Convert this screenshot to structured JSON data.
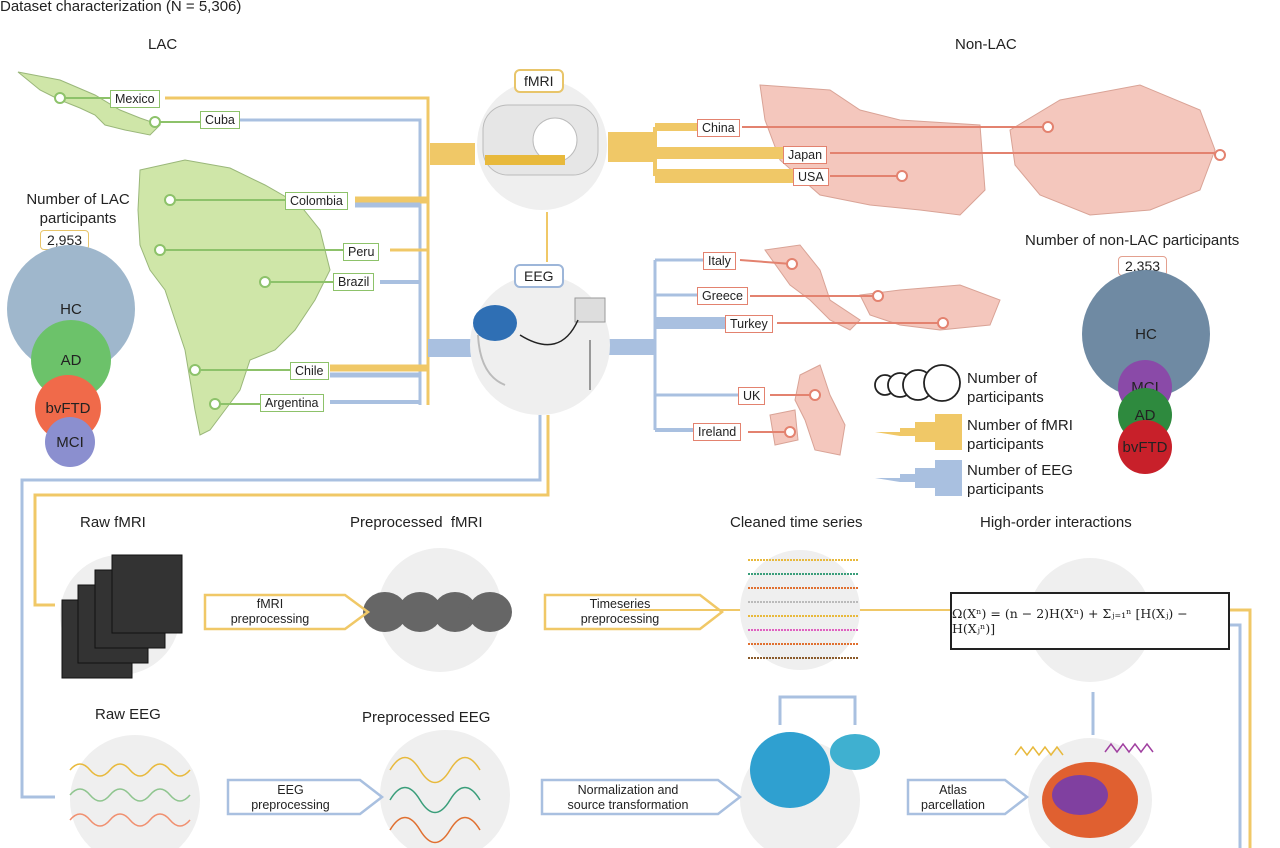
{
  "header": {
    "title": "Dataset characterization (N = 5,306)"
  },
  "regions": {
    "lac": "LAC",
    "non_lac": "Non-LAC"
  },
  "lac_countries": [
    "Mexico",
    "Cuba",
    "Colombia",
    "Peru",
    "Brazil",
    "Chile",
    "Argentina"
  ],
  "non_lac_countries": [
    "China",
    "Japan",
    "USA",
    "Italy",
    "Greece",
    "Turkey",
    "UK",
    "Ireland"
  ],
  "modalities": {
    "fmri": "fMRI",
    "eeg": "EEG"
  },
  "lac_participants": {
    "label_line1": "Number of LAC",
    "label_line2": "participants",
    "total": "2,953",
    "groups": [
      "HC",
      "AD",
      "bvFTD",
      "MCI"
    ]
  },
  "non_lac_participants": {
    "label": "Number of non-LAC participants",
    "total": "2,353",
    "groups": [
      "HC",
      "MCI",
      "AD",
      "bvFTD"
    ]
  },
  "legend": {
    "participants_l1": "Number of",
    "participants_l2": "participants",
    "fmri_l1": "Number of fMRI",
    "fmri_l2": "participants",
    "eeg_l1": "Number of EEG",
    "eeg_l2": "participants"
  },
  "pipeline": {
    "raw_fmri": "Raw fMRI",
    "pre_fmri": "Preprocessed  fMRI",
    "cleaned": "Cleaned time series",
    "hoi": "High-order interactions",
    "raw_eeg": "Raw EEG",
    "pre_eeg": "Preprocessed EEG",
    "fmri_proc_l1": "fMRI",
    "fmri_proc_l2": "preprocessing",
    "ts_proc_l1": "Timeseries",
    "ts_proc_l2": "preprocessing",
    "eeg_proc_l1": "EEG",
    "eeg_proc_l2": "preprocessing",
    "norm_l1": "Normalization and",
    "norm_l2": "source transformation",
    "atlas_l1": "Atlas",
    "atlas_l2": "parcellation",
    "formula": "Ω(Xⁿ) = (n − 2)H(Xⁿ) + Σⱼ₌₁ⁿ [H(Xⱼ) − H(Xⱼⁿ)]"
  },
  "colors": {
    "lac_map": "#cfe6a8",
    "lac_arrow": "#8dc26a",
    "non_lac_map": "#f4c7bd",
    "non_lac_arrow": "#e3826f",
    "fmri": "#f0c867",
    "eeg": "#a9c0e0",
    "hc_lac": "#9fb7cc",
    "ad_lac": "#6cc26a",
    "bvftd_lac": "#f06a4a",
    "mci_lac": "#8b8fcf",
    "hc_nonlac": "#6f8aa3",
    "mci_nonlac": "#8a4aa8",
    "ad_nonlac": "#2e8a3e",
    "bvftd_nonlac": "#c8202a"
  }
}
